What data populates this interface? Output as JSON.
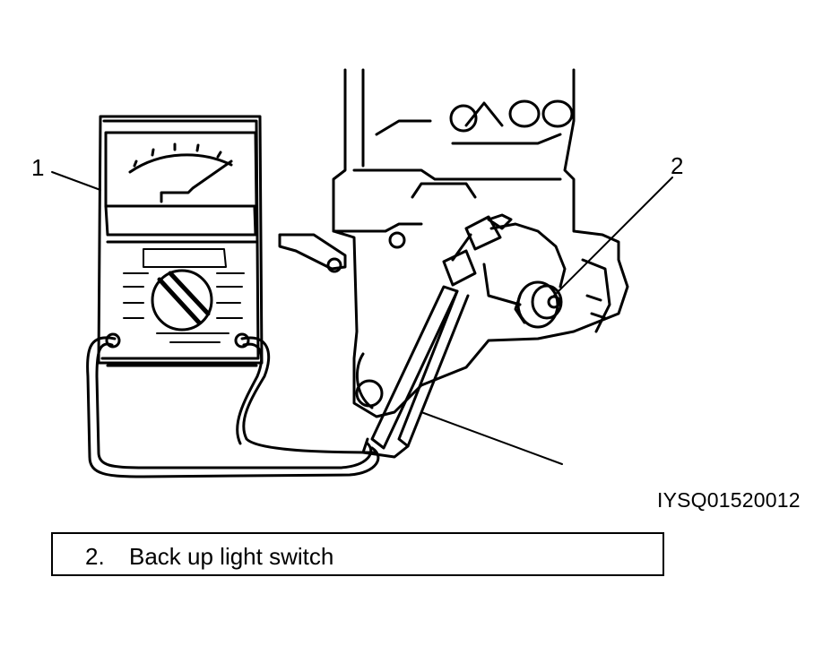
{
  "callouts": {
    "multimeter": "1",
    "switch": "2"
  },
  "figure_code": "IYSQ01520012",
  "caption": {
    "number": "2.",
    "text": "Back up light switch"
  },
  "colors": {
    "ink": "#000000",
    "paper": "#ffffff"
  }
}
